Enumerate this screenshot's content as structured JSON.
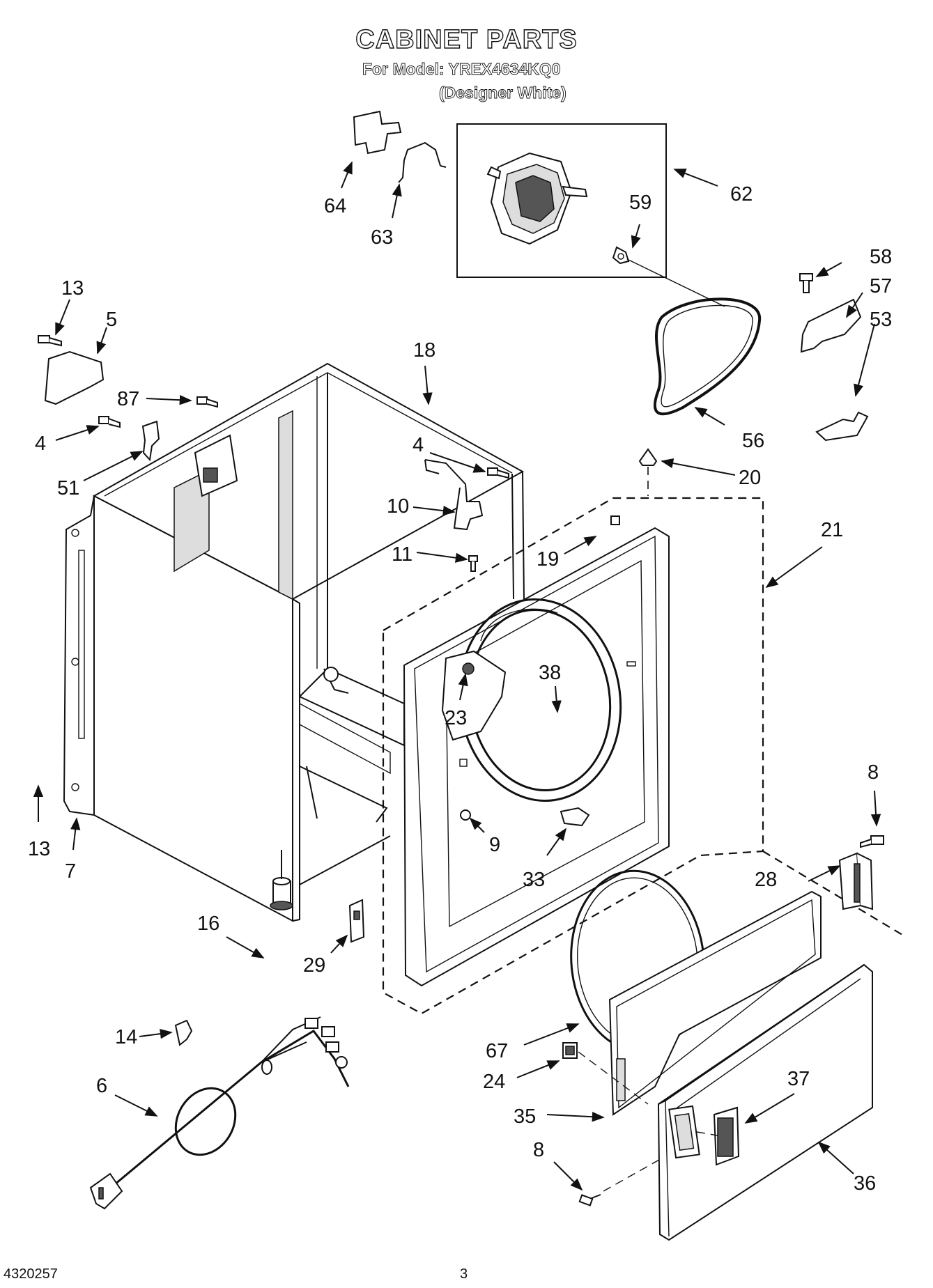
{
  "header": {
    "title": "CABINET PARTS",
    "model_line": "For Model: YREX4634KQ0",
    "variant_line": "(Designer White)"
  },
  "footer": {
    "doc_number": "4320257",
    "page_number": "3"
  },
  "callouts": {
    "c64": "64",
    "c63": "63",
    "c62": "62",
    "c59": "59",
    "c58": "58",
    "c57": "57",
    "c53": "53",
    "c13a": "13",
    "c5": "5",
    "c18": "18",
    "c87": "87",
    "c4a": "4",
    "c51": "51",
    "c4b": "4",
    "c10": "10",
    "c11": "11",
    "c19": "19",
    "c56": "56",
    "c20": "20",
    "c21": "21",
    "c38": "38",
    "c23": "23",
    "c9": "9",
    "c33": "33",
    "c13b": "13",
    "c7": "7",
    "c8a": "8",
    "c28": "28",
    "c16": "16",
    "c29": "29",
    "c14": "14",
    "c6": "6",
    "c67": "67",
    "c24": "24",
    "c37": "37",
    "c35": "35",
    "c8b": "8",
    "c36": "36"
  }
}
